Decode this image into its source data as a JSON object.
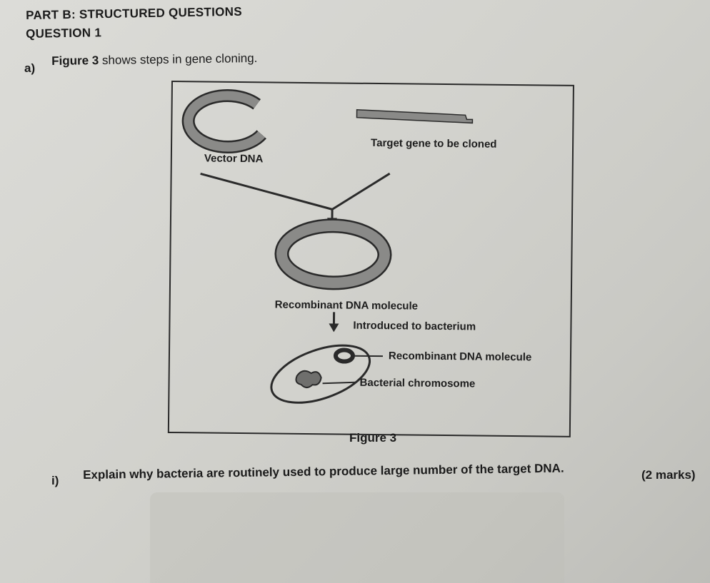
{
  "header": {
    "part_title": "PART B: STRUCTURED QUESTIONS",
    "question_title": "QUESTION 1"
  },
  "part_a": {
    "label": "a)",
    "figure_ref": "Figure 3",
    "text": "shows steps in gene cloning."
  },
  "figure": {
    "labels": {
      "vector_dna": "Vector DNA",
      "target_gene": "Target gene to be cloned",
      "recombinant_dna": "Recombinant DNA molecule",
      "introduced": "Introduced to bacterium",
      "recombinant_dna_2": "Recombinant DNA molecule",
      "bacterial_chromosome": "Bacterial chromosome"
    },
    "caption": "Figure 3"
  },
  "question_i": {
    "label": "i)",
    "text": "Explain why bacteria are routinely used to produce large number of the target DNA.",
    "marks": "(2 marks)"
  },
  "colors": {
    "paper": "#d4d4cf",
    "ink": "#1b1b1b",
    "diagram_fill": "#8c8c8a"
  }
}
